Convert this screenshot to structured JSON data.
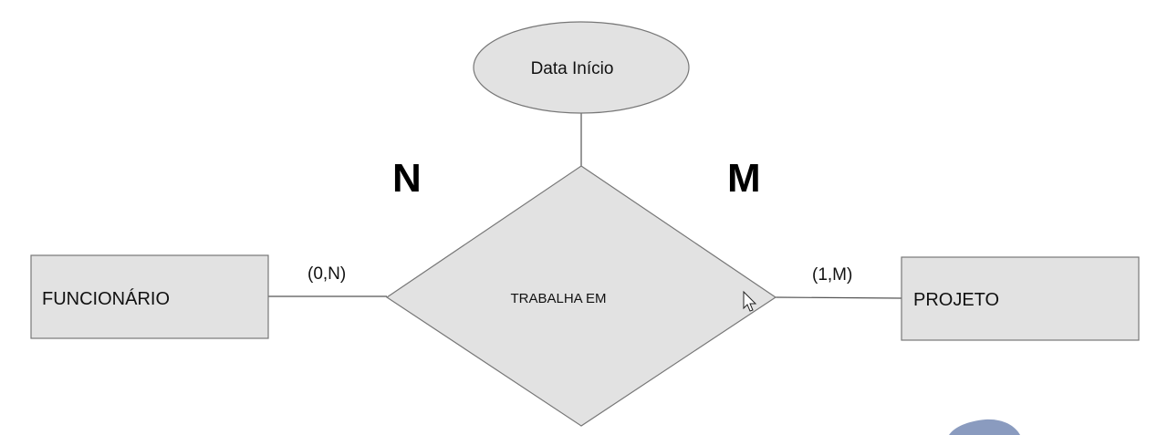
{
  "entities": {
    "left": "FUNCIONÁRIO",
    "right": "PROJETO"
  },
  "relationship": {
    "label": "TRABALHA EM"
  },
  "attribute": {
    "label": "Data Início"
  },
  "cardinality": {
    "left": "(0,N)",
    "right": "(1,M)",
    "left_big": "N",
    "right_big": "M"
  },
  "colors": {
    "shape_fill": "#e2e2e2",
    "shape_stroke": "#777777",
    "line": "#555555",
    "text": "#111111"
  }
}
